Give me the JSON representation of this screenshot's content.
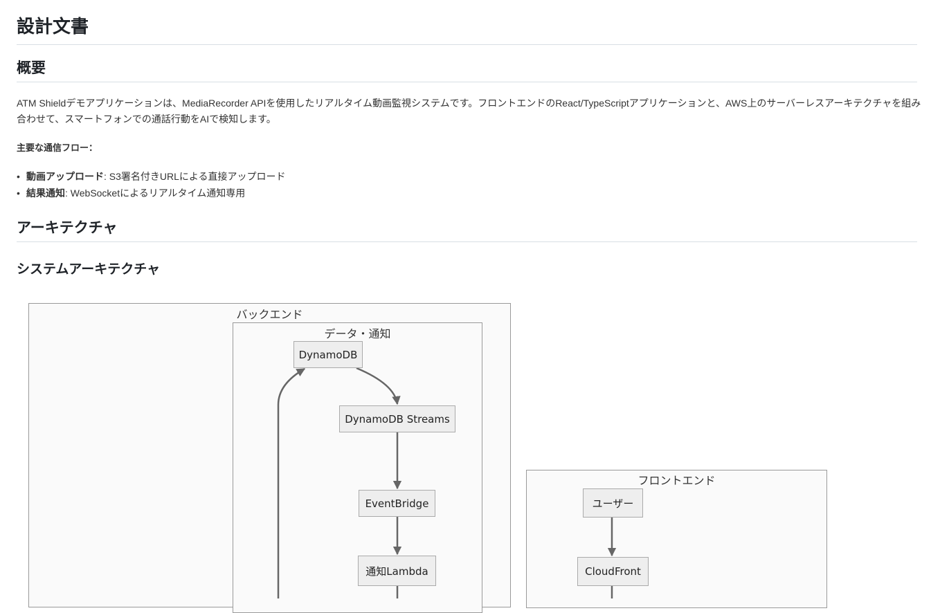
{
  "title": "設計文書",
  "overview": {
    "heading": "概要",
    "paragraph": "ATM Shieldデモアプリケーションは、MediaRecorder APIを使用したリアルタイム動画監視システムです。フロントエンドのReact/TypeScriptアプリケーションと、AWS上のサーバーレスアーキテクチャを組み合わせて、スマートフォンでの通話行動をAIで検知します。",
    "flow_label": "主要な通信フロー：",
    "items": [
      {
        "term": "動画アップロード",
        "desc": ": S3署名付きURLによる直接アップロード"
      },
      {
        "term": "結果通知",
        "desc": ": WebSocketによるリアルタイム通知専用"
      }
    ]
  },
  "architecture": {
    "heading": "アーキテクチャ",
    "subheading": "システムアーキテクチャ"
  },
  "diagram": {
    "backend": "バックエンド",
    "data_notify": "データ・通知",
    "frontend": "フロントエンド",
    "nodes": {
      "dynamodb": "DynamoDB",
      "streams": "DynamoDB Streams",
      "eventbridge": "EventBridge",
      "notify_lambda": "通知Lambda",
      "user": "ユーザー",
      "cloudfront": "CloudFront"
    }
  }
}
